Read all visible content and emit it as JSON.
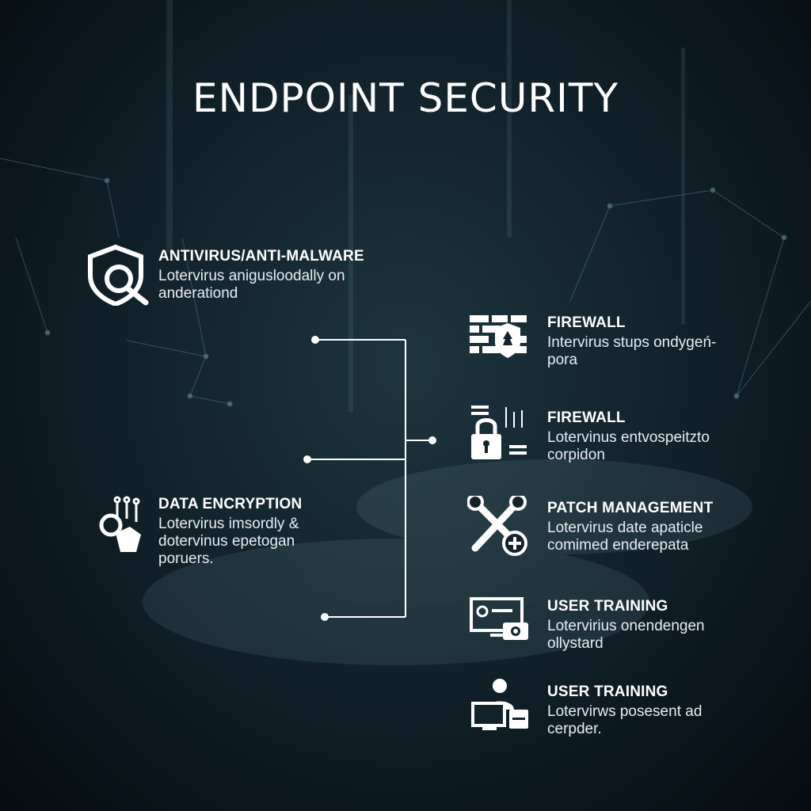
{
  "title": "ENDPOINT SECURITY",
  "left_items": [
    {
      "heading": "ANTIVIRUS/ANTI-MALWARE",
      "lines": [
        "Lotervirus anigusloodally on",
        "anderationd"
      ],
      "icon": "shield-magnifier-icon"
    },
    {
      "heading": "DATA ENCRYPTION",
      "lines": [
        "Lotervirus imsordly &",
        "dotervinus epetogan",
        "poruers."
      ],
      "icon": "magnifier-hand-icon"
    }
  ],
  "right_items": [
    {
      "heading": "FIREWALL",
      "lines": [
        "Intervirus stups ondygeń-",
        "pora"
      ],
      "icon": "brick-wall-shield-icon"
    },
    {
      "heading": "FIREWALL",
      "lines": [
        "Lotervinus entvospeitzto",
        "corpidon"
      ],
      "icon": "padlock-icon"
    },
    {
      "heading": "PATCH MANAGEMENT",
      "lines": [
        "Lotervirus date apaticle",
        "comimed enderepata"
      ],
      "icon": "wrench-plus-icon"
    },
    {
      "heading": "USER TRAINING",
      "lines": [
        "Lotervirius onendengen",
        "ollystard"
      ],
      "icon": "monitor-camera-icon"
    },
    {
      "heading": "USER TRAINING",
      "lines": [
        "Lotervirws posesent ad",
        "cerpder."
      ],
      "icon": "user-computer-icon"
    }
  ]
}
